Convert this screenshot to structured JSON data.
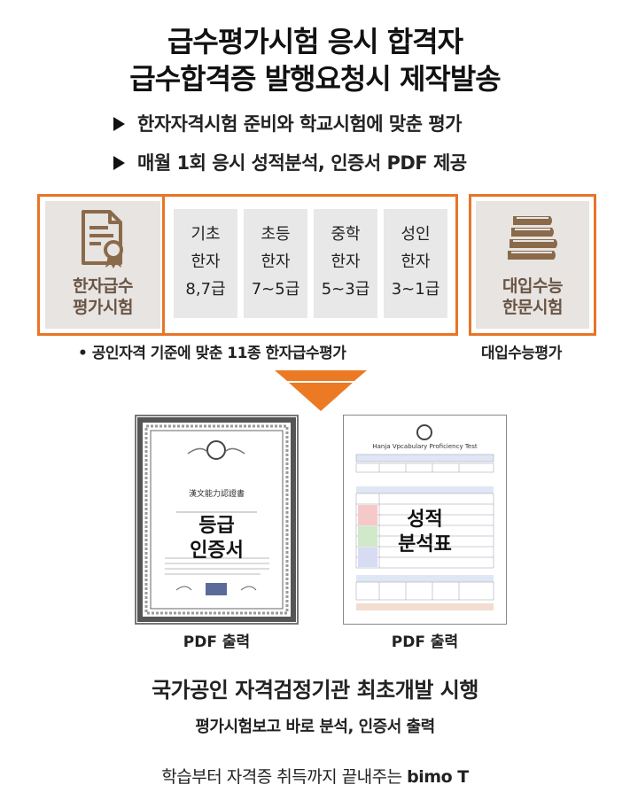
{
  "headline": {
    "line1": "급수평가시험 응시 합격자",
    "line2": "급수합격증 발행요청시 제작발송"
  },
  "bullets": [
    "한자자격시험 준비와 학교시험에 맞춘 평가",
    "매월 1회 응시 성적분석, 인증서 PDF 제공"
  ],
  "categories": {
    "grade_exam": {
      "line1": "한자급수",
      "line2": "평가시험",
      "icon": "certificate-document-icon"
    },
    "levels": [
      {
        "line1": "기초",
        "line2": "한자",
        "line3": "8,7급"
      },
      {
        "line1": "초등",
        "line2": "한자",
        "line3": "7~5급"
      },
      {
        "line1": "중학",
        "line2": "한자",
        "line3": "5~3급"
      },
      {
        "line1": "성인",
        "line2": "한자",
        "line3": "3~1급"
      }
    ],
    "college_exam": {
      "line1": "대입수능",
      "line2": "한문시험",
      "icon": "books-stack-icon"
    },
    "caption_left": "• 공인자격 기준에 맞춘 11종 한자급수평가",
    "caption_right": "대입수능평가"
  },
  "documents": [
    {
      "overlay_line1": "등급",
      "overlay_line2": "인증서",
      "header_small": "漢文能力認證書",
      "label": "PDF 출력"
    },
    {
      "overlay_line1": "성적",
      "overlay_line2": "분석표",
      "header_small": "Hanja Vpcabulary Proficiency Test",
      "label": "PDF 출력"
    }
  ],
  "footer": {
    "line1": "국가공인 자격검정기관 최초개발 시행",
    "line2": "평가시험보고 바로 분석, 인증서 출력",
    "line3_prefix": "학습부터 자격증 취득까지 끝내주는 ",
    "line3_brand": "bimo T"
  },
  "colors": {
    "accent_orange": "#e87527",
    "brown_icon": "#8a6a4a",
    "cell_grey": "#e8e8e8"
  }
}
